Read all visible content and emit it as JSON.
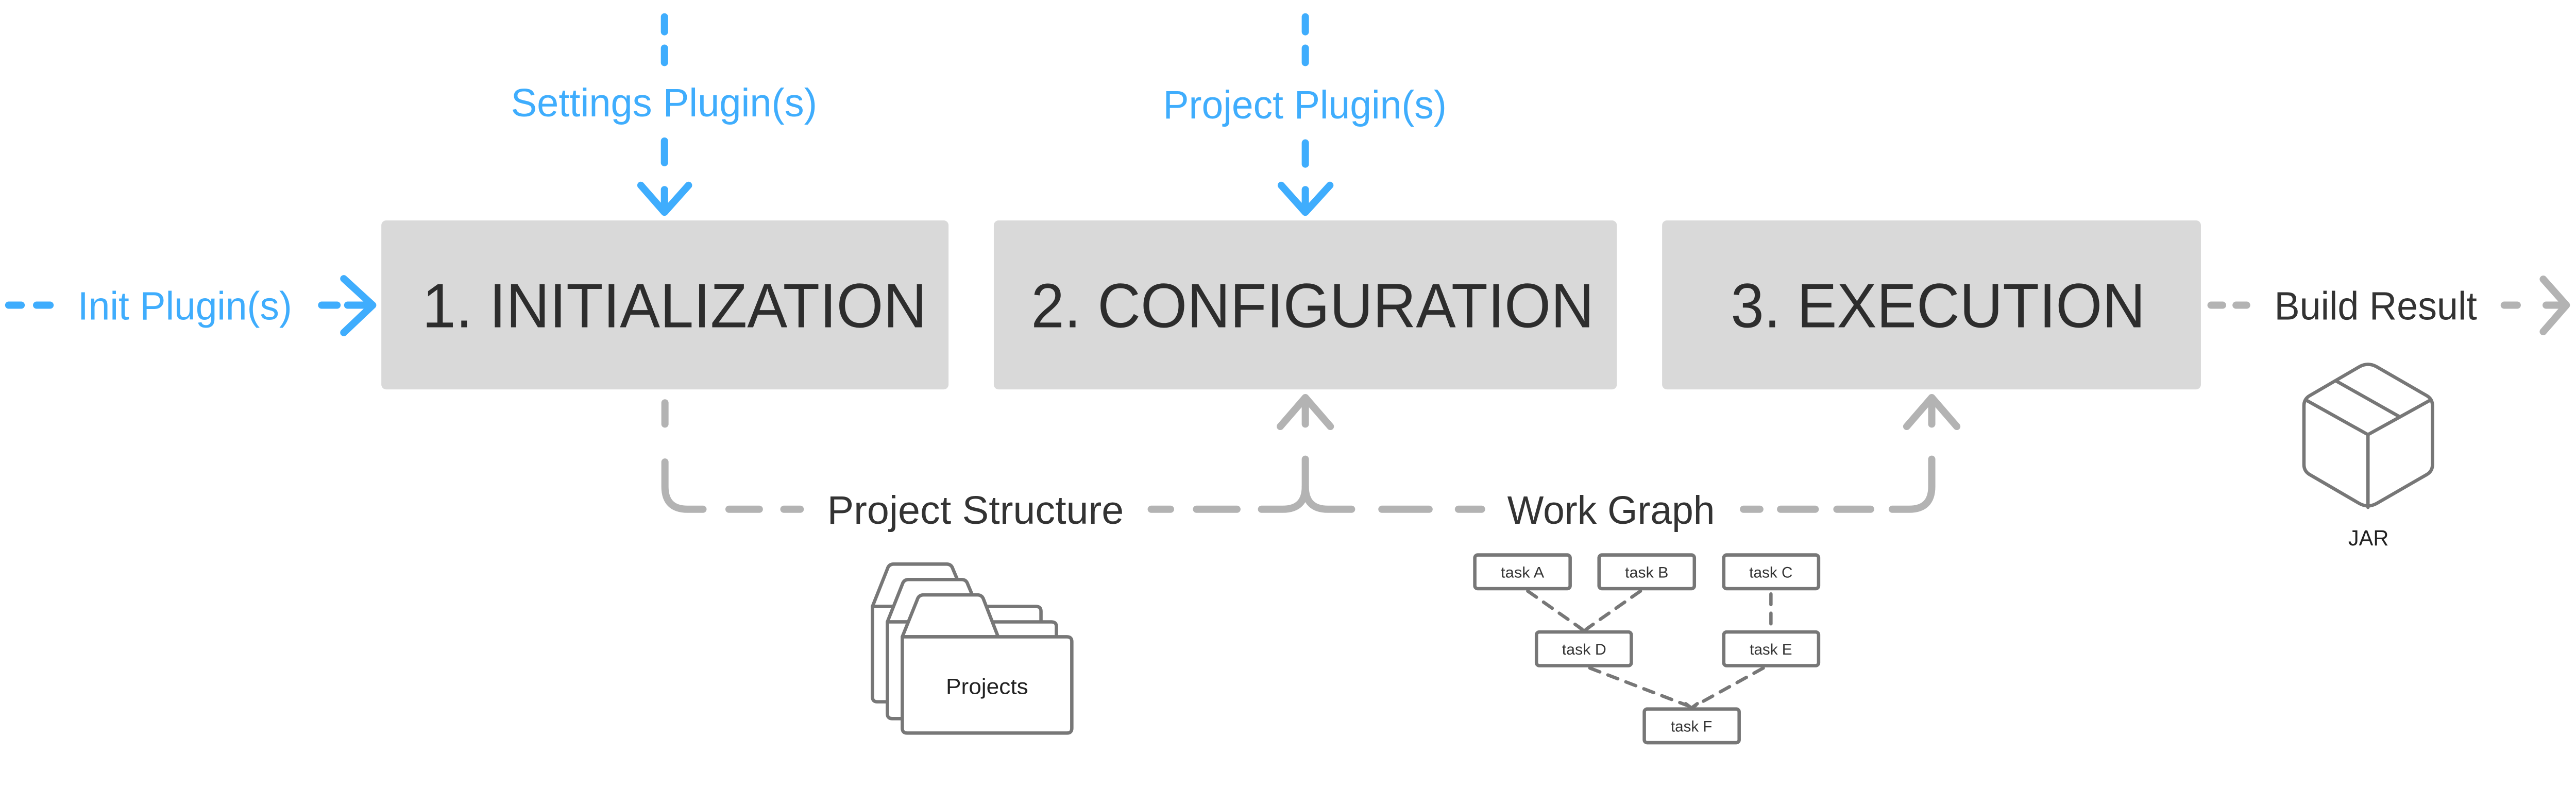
{
  "diagram": {
    "phases": [
      {
        "id": "initialization",
        "label": "1. INITIALIZATION"
      },
      {
        "id": "configuration",
        "label": "2. CONFIGURATION"
      },
      {
        "id": "execution",
        "label": "3. EXECUTION"
      }
    ],
    "inputs": {
      "init_plugins": "Init Plugin(s)",
      "settings_plugins": "Settings Plugin(s)",
      "project_plugins": "Project Plugin(s)"
    },
    "outputs": {
      "project_structure": "Project Structure",
      "work_graph": "Work Graph",
      "build_result": "Build Result"
    },
    "artifacts": {
      "projects_icon": "folder-stack-icon",
      "projects_label": "Projects",
      "jar_icon": "package-box-icon",
      "jar_label": "JAR"
    },
    "work_graph": {
      "tasks": [
        "task A",
        "task B",
        "task C",
        "task D",
        "task E",
        "task F"
      ],
      "edges": [
        [
          "task A",
          "task D"
        ],
        [
          "task B",
          "task D"
        ],
        [
          "task C",
          "task E"
        ],
        [
          "task D",
          "task F"
        ],
        [
          "task E",
          "task F"
        ]
      ]
    },
    "colors": {
      "plugin_input": "#3fadfd",
      "flow_line": "#b3b3b3",
      "phase_box": "#d9d9d9",
      "phase_text": "#2d2d2d",
      "icon_stroke": "#777777"
    }
  }
}
